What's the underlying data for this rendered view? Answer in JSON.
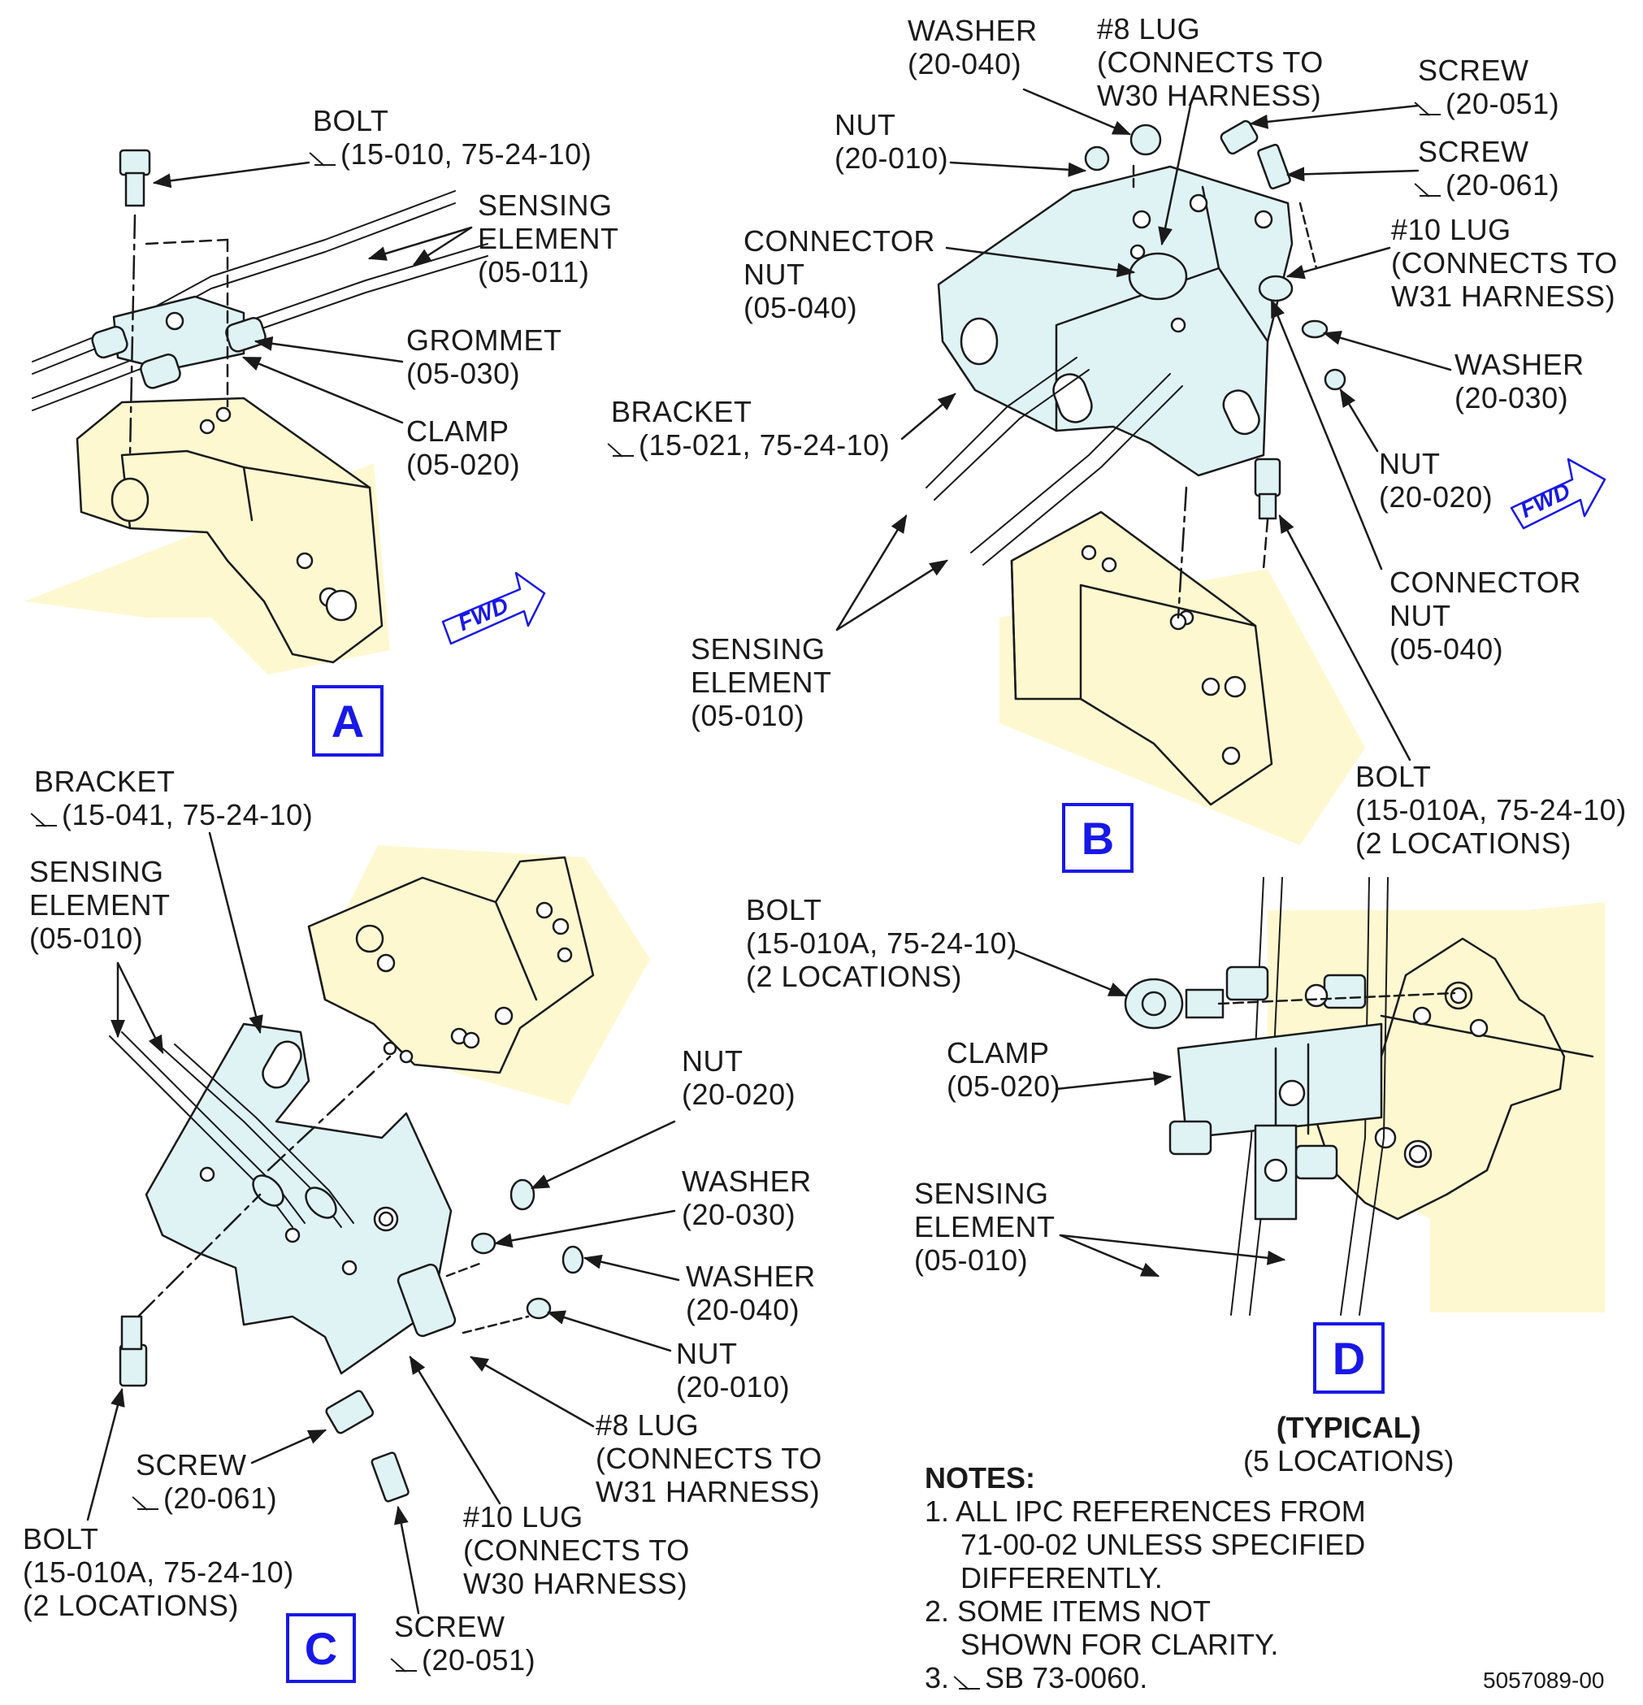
{
  "views": {
    "a": {
      "letter": "A",
      "labels": {
        "bolt": [
          "BOLT",
          "(15-010, 75-24-10)"
        ],
        "sensing": [
          "SENSING",
          "ELEMENT",
          "(05-011)"
        ],
        "grommet": [
          "GROMMET",
          "(05-030)"
        ],
        "clamp": [
          "CLAMP",
          "(05-020)"
        ]
      }
    },
    "b": {
      "letter": "B",
      "labels": {
        "washer1": [
          "WASHER",
          "(20-040)"
        ],
        "lug8": [
          "#8 LUG",
          "(CONNECTS TO",
          "W30 HARNESS)"
        ],
        "screw1": [
          "SCREW",
          "(20-051)"
        ],
        "nut1": [
          "NUT",
          "(20-010)"
        ],
        "screw2": [
          "SCREW",
          "(20-061)"
        ],
        "connnut1": [
          "CONNECTOR",
          "NUT",
          "(05-040)"
        ],
        "lug10": [
          "#10 LUG",
          "(CONNECTS TO",
          "W31 HARNESS)"
        ],
        "washer2": [
          "WASHER",
          "(20-030)"
        ],
        "bracket": [
          "BRACKET",
          "(15-021, 75-24-10)"
        ],
        "nut2": [
          "NUT",
          "(20-020)"
        ],
        "connnut2": [
          "CONNECTOR",
          "NUT",
          "(05-040)"
        ],
        "sensing": [
          "SENSING",
          "ELEMENT",
          "(05-010)"
        ],
        "bolt": [
          "BOLT",
          "(15-010A, 75-24-10)",
          "(2 LOCATIONS)"
        ]
      }
    },
    "c": {
      "letter": "C",
      "labels": {
        "bracket": [
          "BRACKET",
          "(15-041, 75-24-10)"
        ],
        "sensing": [
          "SENSING",
          "ELEMENT",
          "(05-010)"
        ],
        "nut1": [
          "NUT",
          "(20-020)"
        ],
        "washer1": [
          "WASHER",
          "(20-030)"
        ],
        "washer2": [
          "WASHER",
          "(20-040)"
        ],
        "nut2": [
          "NUT",
          "(20-010)"
        ],
        "lug8": [
          "#8 LUG",
          "(CONNECTS TO",
          "W31 HARNESS)"
        ],
        "screw1": [
          "SCREW",
          "(20-061)"
        ],
        "lug10": [
          "#10 LUG",
          "(CONNECTS TO",
          "W30 HARNESS)"
        ],
        "bolt": [
          "BOLT",
          "(15-010A, 75-24-10)",
          "(2 LOCATIONS)"
        ],
        "screw2": [
          "SCREW",
          "(20-051)"
        ]
      }
    },
    "d": {
      "letter": "D",
      "labels": {
        "bolt": [
          "BOLT",
          "(15-010A, 75-24-10)",
          "(2 LOCATIONS)"
        ],
        "clamp": [
          "CLAMP",
          "(05-020)"
        ],
        "sensing": [
          "SENSING",
          "ELEMENT",
          "(05-010)"
        ]
      },
      "typical": "(TYPICAL)",
      "locations": "(5 LOCATIONS)"
    }
  },
  "fwd": "FWD",
  "notes": {
    "title": "NOTES:",
    "items": [
      [
        "1. ALL IPC REFERENCES FROM",
        "71-00-02 UNLESS SPECIFIED",
        "DIFFERENTLY."
      ],
      [
        "2. SOME ITEMS NOT",
        "SHOWN FOR CLARITY."
      ],
      [
        "3.",
        "SB 73-0060."
      ]
    ]
  },
  "doc_number": "5057089-00",
  "colors": {
    "bracket_blue": "#dff3f5",
    "structure_yellow": "#fdf8d0",
    "label_blue": "#1818e8",
    "line": "#1a1a1a"
  }
}
